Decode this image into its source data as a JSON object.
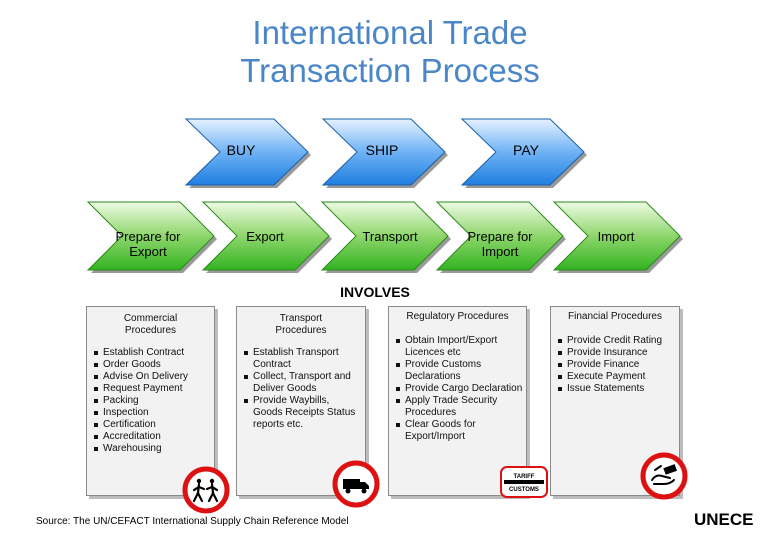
{
  "title": {
    "line1": "International Trade",
    "line2": "Transaction Process"
  },
  "phases": [
    {
      "label": "BUY"
    },
    {
      "label": "SHIP"
    },
    {
      "label": "PAY"
    }
  ],
  "steps": [
    {
      "label": "Prepare for Export"
    },
    {
      "label": "Export"
    },
    {
      "label": "Transport"
    },
    {
      "label": "Prepare for Import"
    },
    {
      "label": "Import"
    }
  ],
  "involves_label": "INVOLVES",
  "procedures": [
    {
      "title": "Commercial Procedures",
      "items": [
        "Establish Contract",
        "Order Goods",
        "Advise On Delivery",
        "Request Payment",
        "Packing",
        "Inspection",
        "Certification",
        "Accreditation",
        "Warehousing"
      ],
      "icon": "people-walking-icon"
    },
    {
      "title": "Transport Procedures",
      "items": [
        "Establish Transport Contract",
        "Collect, Transport and Deliver Goods",
        "Provide Waybills, Goods Receipts Status reports etc."
      ],
      "icon": "truck-icon"
    },
    {
      "title": "Regulatory Procedures",
      "items": [
        "Obtain Import/Export Licences etc",
        "Provide Customs Declarations",
        "Provide Cargo Declaration",
        "Apply Trade Security Procedures",
        "Clear Goods for Export/Import"
      ],
      "icon": "customs-sign-icon",
      "sign_text": {
        "top": "TARIFF",
        "bottom": "CUSTOMS"
      }
    },
    {
      "title": "Financial Procedures",
      "items": [
        "Provide Credit Rating",
        "Provide Insurance",
        "Provide Finance",
        "Execute Payment",
        "Issue Statements"
      ],
      "icon": "payment-hand-icon"
    }
  ],
  "source": "Source: The UN/CEFACT International Supply Chain Reference Model",
  "brand": "UNECE",
  "colors": {
    "title": "#4a86c8",
    "phase_chevron": "#1f7fe0",
    "step_chevron": "#33b322",
    "box_background": "#f2f2f2",
    "sign_red": "#dd1111"
  }
}
